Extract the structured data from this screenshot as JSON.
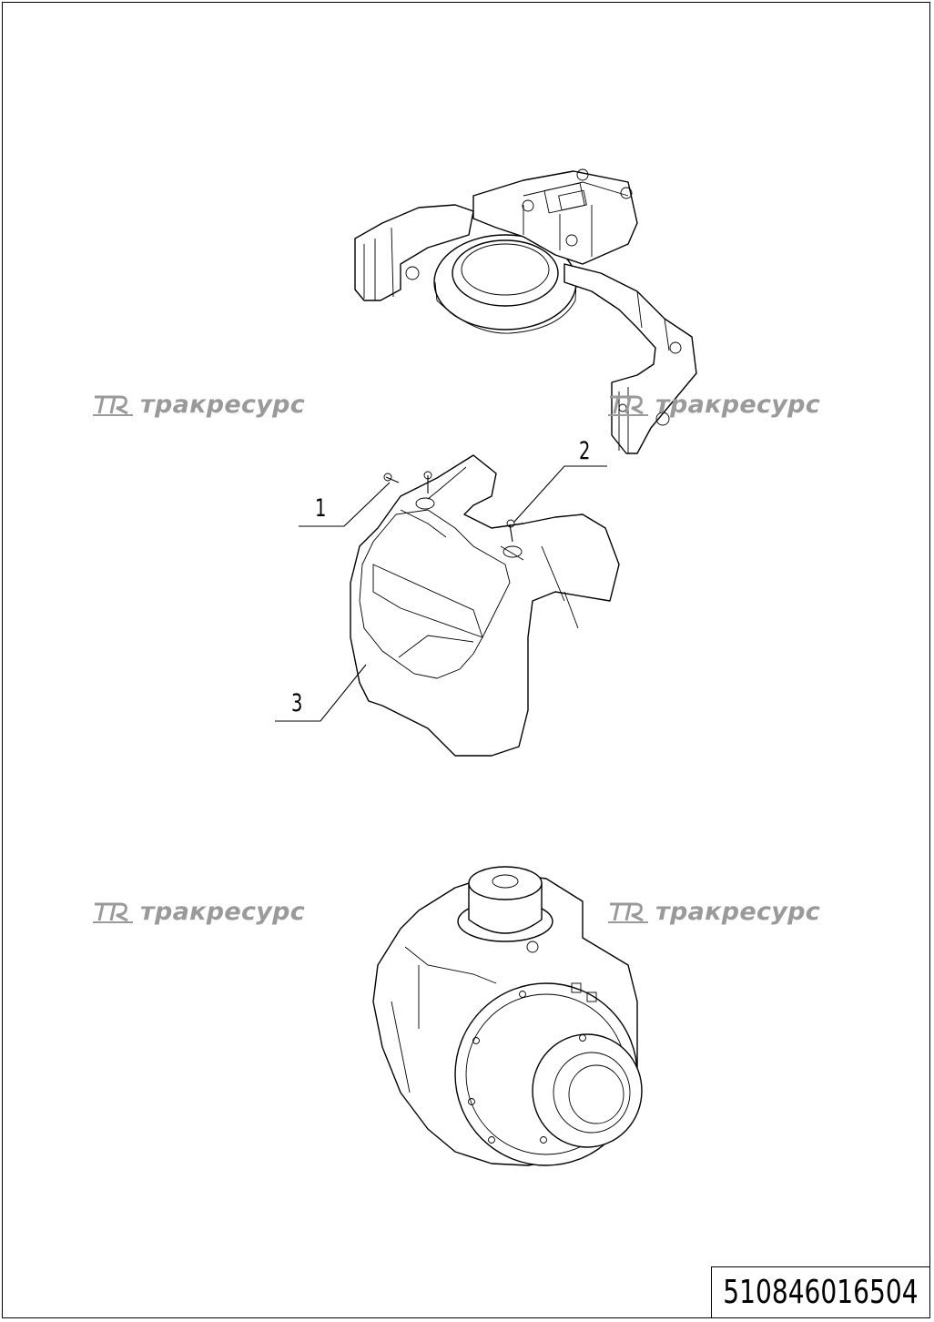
{
  "watermark": {
    "text": "тракресурс",
    "logo": "tr-logo-icon",
    "color": "#9a9a9a"
  },
  "callouts": [
    {
      "number": "1"
    },
    {
      "number": "2"
    },
    {
      "number": "3"
    }
  ],
  "drawing_number": "510846016504"
}
